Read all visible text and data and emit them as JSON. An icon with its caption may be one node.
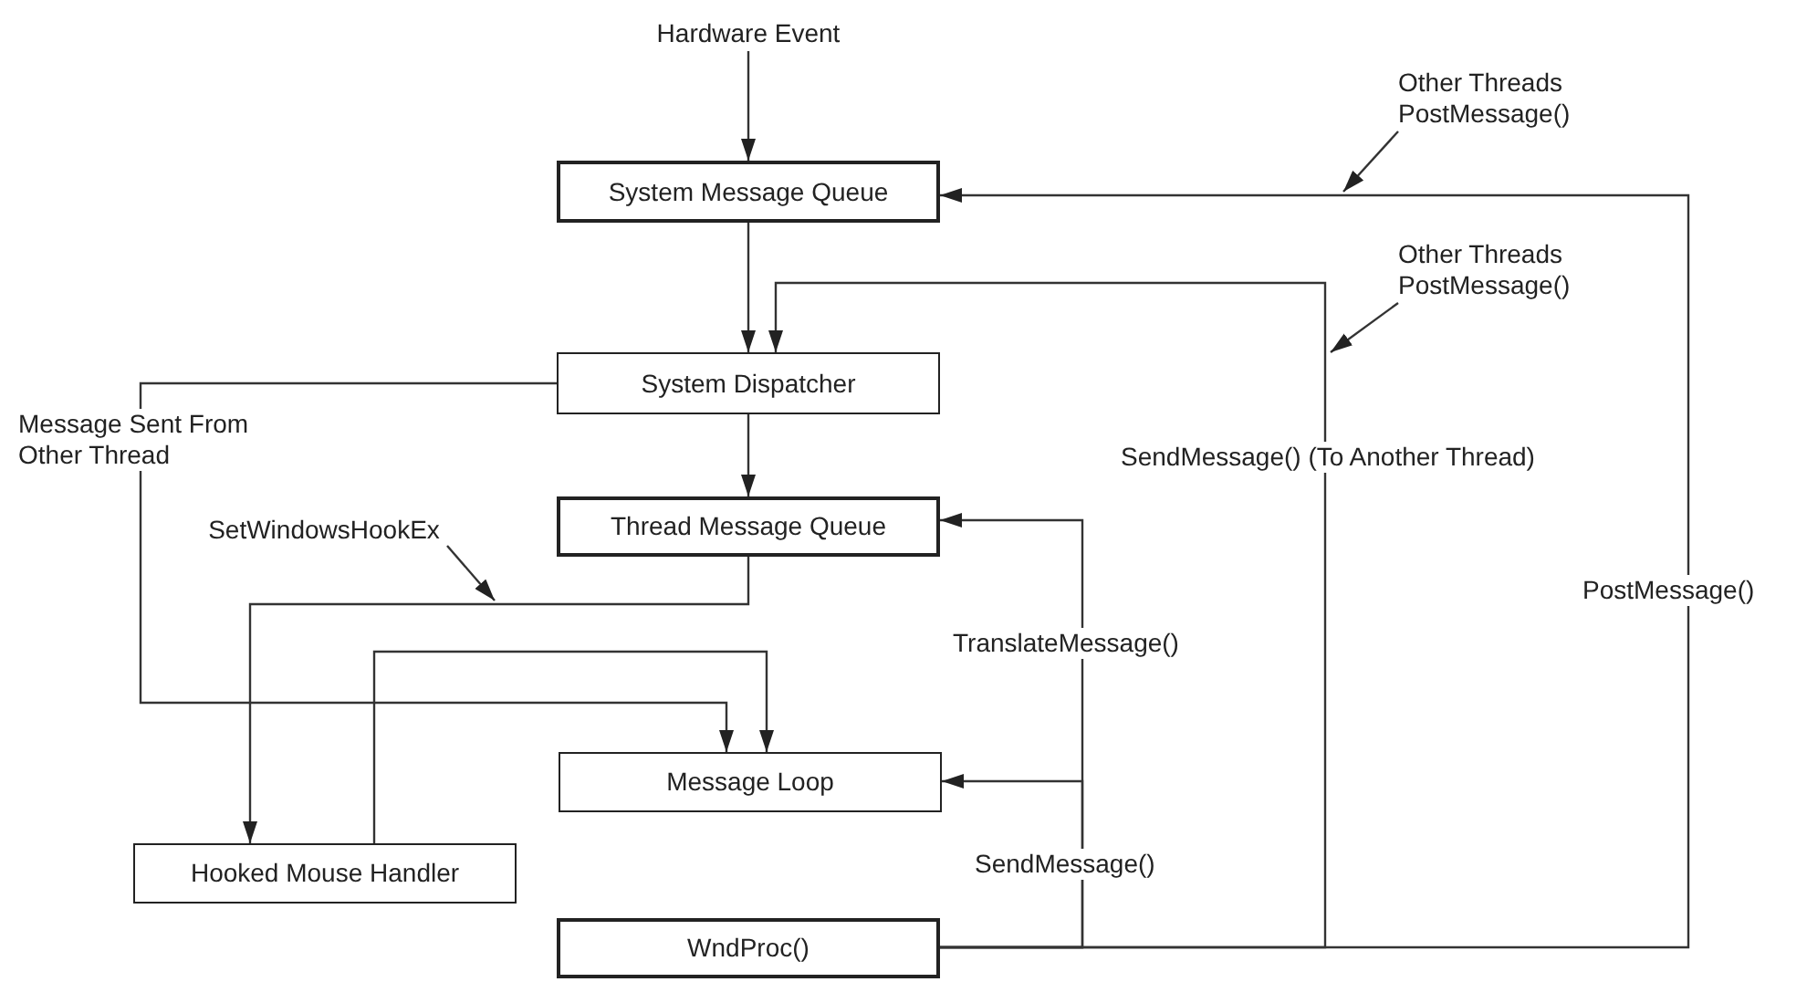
{
  "diagram": {
    "nodes": [
      {
        "text": [
          "Hardware Event"
        ]
      },
      {
        "text": [
          "System Message Queue"
        ]
      },
      {
        "text": [
          "System Dispatcher"
        ]
      },
      {
        "text": [
          "Thread Message Queue"
        ]
      },
      {
        "text": [
          "Message Loop"
        ]
      },
      {
        "text": [
          "Hooked Mouse Handler"
        ]
      },
      {
        "text": [
          "WndProc()"
        ]
      },
      {
        "text": [
          "Other Threads PostMessage()"
        ]
      },
      {
        "text": [
          "Other Threads PostMessage()"
        ]
      },
      {
        "text": [
          "SetWindowsHookEx"
        ]
      }
    ],
    "edges": [
      {
        "from": 0,
        "to": 1,
        "arrow": "to"
      },
      {
        "from": 1,
        "to": 2,
        "arrow": "to"
      },
      {
        "from": 2,
        "to": 3,
        "arrow": "to"
      },
      {
        "from": 3,
        "to": 5,
        "arrow": "to"
      },
      {
        "from": 2,
        "to": 4,
        "arrow": "to",
        "label": "Message Sent From Other Thread"
      },
      {
        "from": 5,
        "to": 4,
        "arrow": "to"
      },
      {
        "from": 6,
        "to": 3,
        "arrow": "to",
        "label": "TranslateMessage()"
      },
      {
        "from": 6,
        "to": 4,
        "arrow": "to",
        "label": "SendMessage()"
      },
      {
        "from": 6,
        "to": 2,
        "arrow": "to",
        "label": "SendMessage() (To Another Thread)"
      },
      {
        "from": 6,
        "to": 1,
        "arrow": "to",
        "label": "PostMessage()"
      },
      {
        "from": 7,
        "to": null,
        "arrow": "to"
      },
      {
        "from": 8,
        "to": null,
        "arrow": "to"
      },
      {
        "from": 9,
        "to": null,
        "arrow": "to"
      }
    ]
  }
}
